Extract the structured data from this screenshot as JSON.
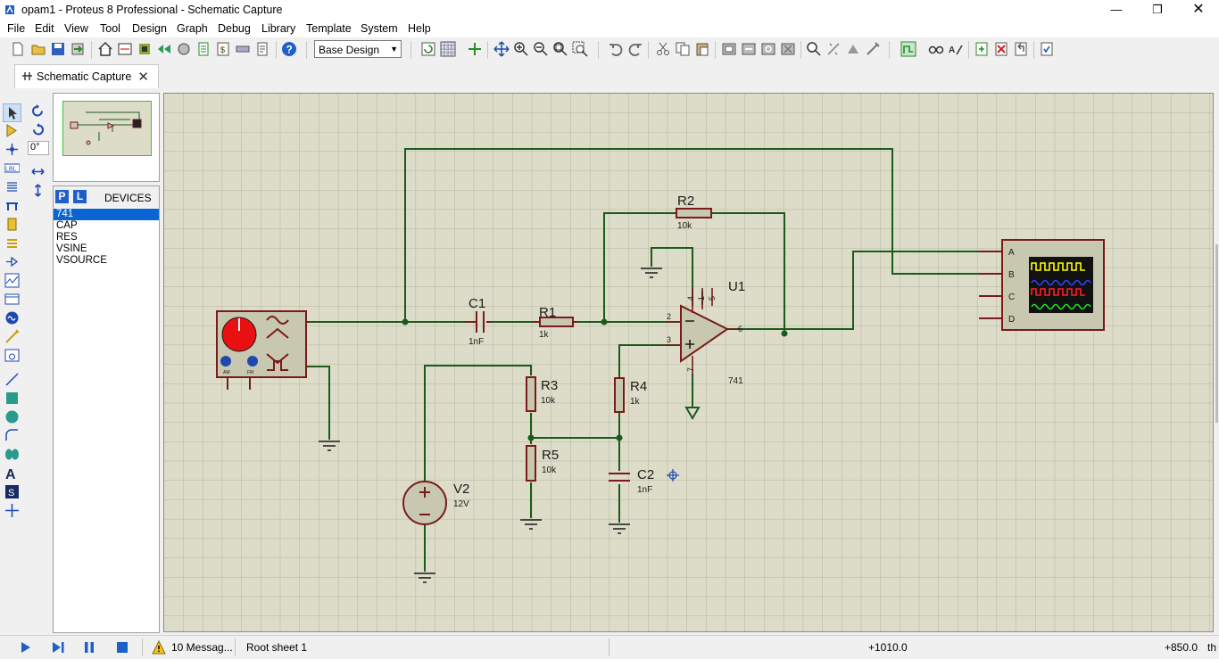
{
  "window": {
    "title": "opam1 - Proteus 8 Professional - Schematic Capture"
  },
  "menu": [
    "File",
    "Edit",
    "View",
    "Tool",
    "Design",
    "Graph",
    "Debug",
    "Library",
    "Template",
    "System",
    "Help"
  ],
  "toolbar": {
    "design_select": "Base Design"
  },
  "tab": {
    "label": "Schematic Capture"
  },
  "rotation": {
    "angle": "0°"
  },
  "devices": {
    "p_label": "P",
    "l_label": "L",
    "title": "DEVICES",
    "items": [
      "741",
      "CAP",
      "RES",
      "VSINE",
      "VSOURCE"
    ],
    "selected": "741"
  },
  "schematic": {
    "c1": {
      "ref": "C1",
      "value": "1nF"
    },
    "r1": {
      "ref": "R1",
      "value": "1k"
    },
    "r2": {
      "ref": "R2",
      "value": "10k"
    },
    "r3": {
      "ref": "R3",
      "value": "10k"
    },
    "r4": {
      "ref": "R4",
      "value": "1k"
    },
    "r5": {
      "ref": "R5",
      "value": "10k"
    },
    "c2": {
      "ref": "C2",
      "value": "1nF"
    },
    "v2": {
      "ref": "V2",
      "value": "12V"
    },
    "u1": {
      "ref": "U1",
      "value": "741",
      "pins": [
        "2",
        "3",
        "6",
        "4",
        "5",
        "1",
        "7"
      ]
    },
    "generator": {
      "am": "AM",
      "fm": "FM"
    },
    "scope": {
      "channels": [
        "A",
        "B",
        "C",
        "D"
      ],
      "trace_colors": [
        "#ffff00",
        "#3040ff",
        "#ff2020",
        "#20e020"
      ]
    }
  },
  "status": {
    "messages": "10 Messag...",
    "sheet": "Root sheet 1",
    "coord_x": "+1010.0",
    "coord_y": "+850.0",
    "units": "th"
  }
}
